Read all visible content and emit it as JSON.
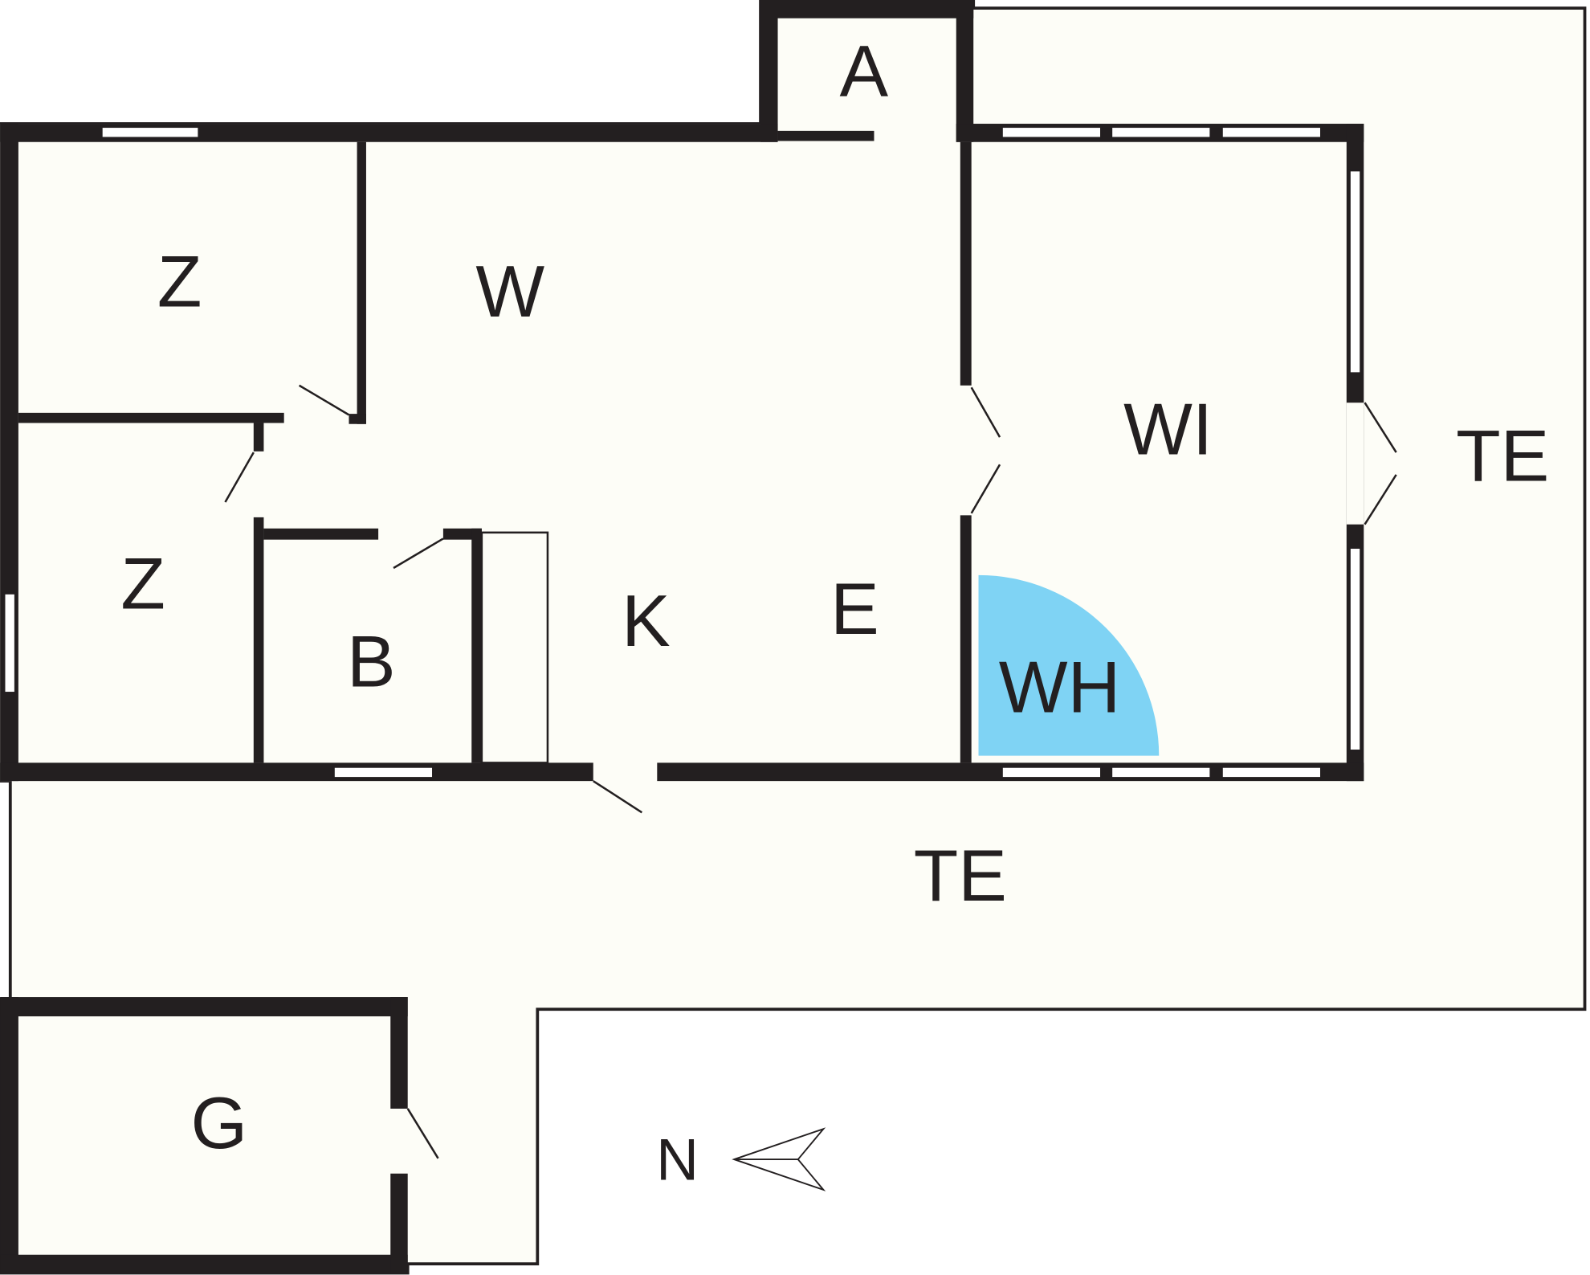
{
  "title": "Floor plan",
  "colors": {
    "wall": "#231f20",
    "floor": "#fdfdf7",
    "hot_tub": "#7fd3f4"
  },
  "rooms": {
    "entrance": "A",
    "living": "W",
    "bedroom_1": "Z",
    "bedroom_2": "Z",
    "bathroom": "B",
    "kitchen": "K",
    "dining": "E",
    "wellness": "WI",
    "hot_tub": "WH",
    "terrace_east": "TE",
    "terrace_south": "TE",
    "garage": "G"
  },
  "compass": {
    "label": "N",
    "icon": "north-arrow-icon"
  }
}
